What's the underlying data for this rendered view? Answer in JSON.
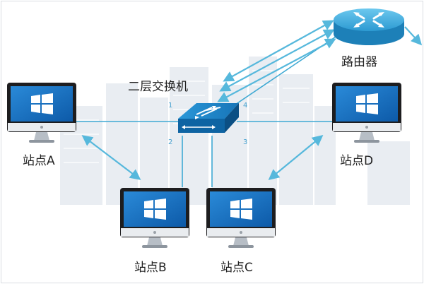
{
  "diagram": {
    "switch_label": "二层交换机",
    "router_label": "路由器",
    "stations": [
      {
        "label": "站点A"
      },
      {
        "label": "站点B"
      },
      {
        "label": "站点C"
      },
      {
        "label": "站点D"
      }
    ],
    "ports": [
      "1",
      "2",
      "3",
      "4"
    ],
    "colors": {
      "link": "#3fa9d3",
      "arrow": "#56b8dc",
      "switch_top": "#1e86c8",
      "switch_side": "#0e5f99",
      "router_top": "#3fb0e0",
      "router_side": "#1d80b8",
      "monitor_screen": "#1b74c6",
      "monitor_bezel": "#1d1d1f",
      "city_bg": "#e8ecf1"
    }
  }
}
